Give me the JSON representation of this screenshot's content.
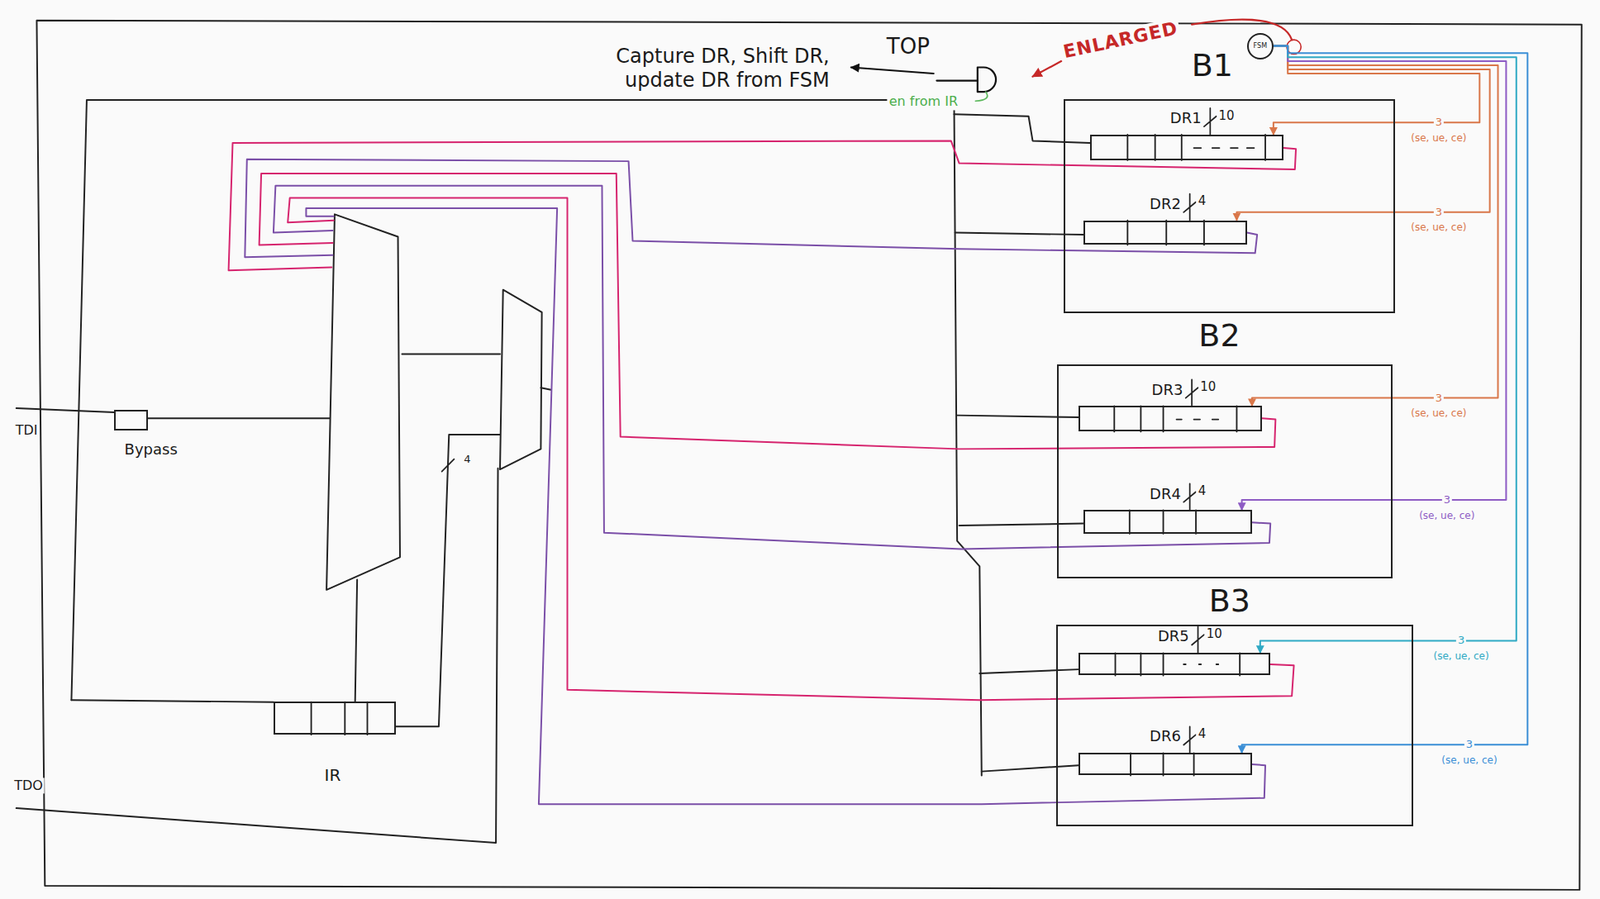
{
  "diagram": {
    "nodes": [
      {
        "text": [
          "FSM"
        ]
      },
      {
        "text": [
          "B1"
        ]
      },
      {
        "text": [
          "DR1"
        ],
        "in": 1
      },
      {
        "text": [
          "DR2"
        ],
        "in": 1
      },
      {
        "text": [
          "B2"
        ]
      },
      {
        "text": [
          "DR3"
        ],
        "in": 4
      },
      {
        "text": [
          "DR4"
        ],
        "in": 4
      },
      {
        "text": [
          "B3"
        ]
      },
      {
        "text": [
          "DR5"
        ],
        "in": 7
      },
      {
        "text": [
          "DR6"
        ],
        "in": 7
      },
      {
        "text": [
          "Bypass"
        ]
      },
      {
        "text": [
          "IR"
        ]
      }
    ],
    "edges": [
      {
        "from": 0,
        "to": 2,
        "arrow": "to",
        "label": "3"
      },
      {
        "from": 0,
        "to": 3,
        "arrow": "to",
        "label": "3"
      },
      {
        "from": 0,
        "to": 5,
        "arrow": "to",
        "label": "3"
      },
      {
        "from": 0,
        "to": 6,
        "arrow": "to",
        "label": "3"
      },
      {
        "from": 0,
        "to": 8,
        "arrow": "to",
        "label": "3"
      },
      {
        "from": 0,
        "to": 9,
        "arrow": "to",
        "label": "3"
      }
    ],
    "labels": [
      "Capture DR, Shift DR, update DR from FSM",
      "TOP",
      "ENLARGED",
      "en from IR",
      "10",
      "(se, ue, ce)",
      "4",
      "(se, ue, ce)",
      "10",
      "(se, ue, ce)",
      "4",
      "(se, ue, ce)",
      "10",
      "(se, ue, ce)",
      "4",
      "(se, ue, ce)",
      "4",
      "TDI",
      "TDO"
    ]
  }
}
